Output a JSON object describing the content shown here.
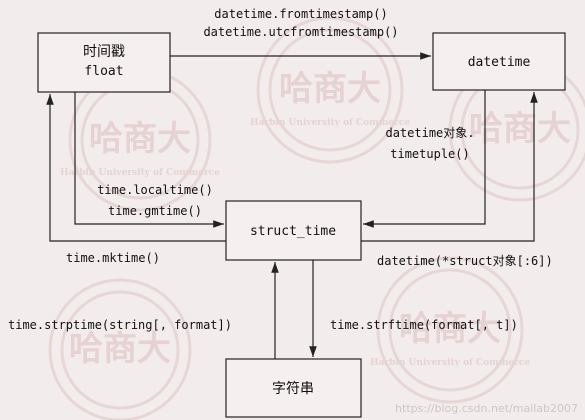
{
  "nodes": {
    "timestamp": {
      "line1": "时间戳",
      "line2": "float"
    },
    "datetime": {
      "label": "datetime"
    },
    "struct_time": {
      "label": "struct_time"
    },
    "string": {
      "label": "字符串"
    }
  },
  "edges": {
    "ts_to_dt_1": "datetime.fromtimestamp()",
    "ts_to_dt_2": "datetime.utcfromtimestamp()",
    "dt_to_st_1": "datetime对象.",
    "dt_to_st_2": "timetuple()",
    "ts_to_st_1": "time.localtime()",
    "ts_to_st_2": "time.gmtime()",
    "st_to_ts": "time.mktime()",
    "st_to_dt": "datetime(*struct对象[:6])",
    "str_to_st": "time.strptime(string[, format])",
    "st_to_str": "time.strftime(format[, t])"
  },
  "watermark": {
    "url": "https://blog.csdn.net/mailab2007",
    "seal_text": "Harbin University of Commerce",
    "seal_glyphs": "哈商大"
  }
}
